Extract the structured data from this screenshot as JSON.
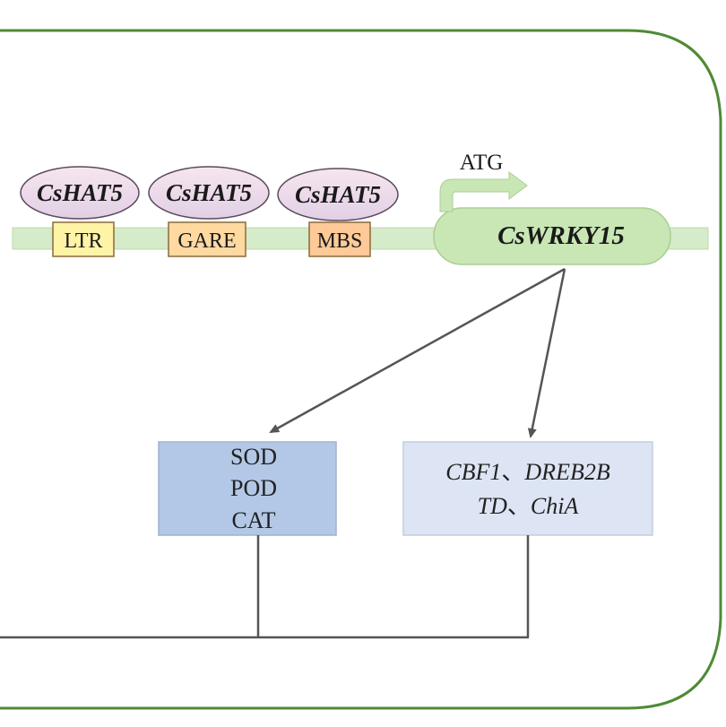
{
  "transcription_factors": [
    {
      "label": "CsHAT5"
    },
    {
      "label": "CsHAT5"
    },
    {
      "label": "CsHAT5"
    }
  ],
  "cis_elements": [
    {
      "label": "LTR",
      "color": "#fff3a6"
    },
    {
      "label": "GARE",
      "color": "#ffd9a0"
    },
    {
      "label": "MBS",
      "color": "#ffc998"
    }
  ],
  "start_codon": {
    "label": "ATG"
  },
  "gene": {
    "label": "CsWRKY15",
    "color": "#c9e6b5"
  },
  "targets": {
    "antioxidant": {
      "lines": [
        "SOD",
        "POD",
        "CAT"
      ],
      "color": "#b3c8e6"
    },
    "stress": {
      "line1_a": "CBF1",
      "line1_sep": "、",
      "line1_b": "DREB2B",
      "line2_a": "TD",
      "line2_sep": "、",
      "line2_b": "ChiA",
      "color": "#dde5f4"
    }
  },
  "colors": {
    "frame": "#4f8a35",
    "dna_strand": "#d6ebc9",
    "tf_fill": "#f0d8e6",
    "arrow": "#555555"
  }
}
